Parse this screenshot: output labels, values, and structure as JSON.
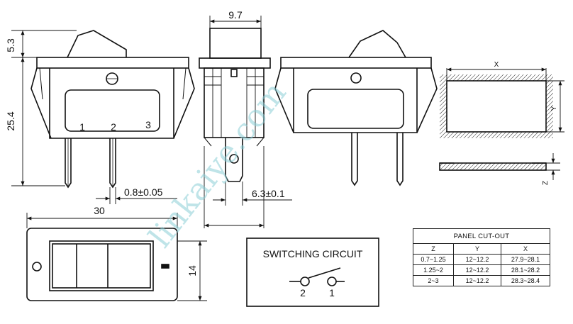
{
  "dimensions": {
    "height_total": "25.4",
    "actuator_height": "5.3",
    "body_width": "9.7",
    "pin_width": "0.8±0.05",
    "tab_width": "6.3±0.1",
    "bezel_length": "30",
    "bezel_height": "14"
  },
  "terminals": [
    "1",
    "2",
    "3"
  ],
  "circuit": {
    "title": "SWITCHING CIRCUIT",
    "node_left": "2",
    "node_right": "1"
  },
  "cutout": {
    "x_label": "X",
    "y_label": "Y",
    "z_label": "Z",
    "table": {
      "title": "PANEL CUT-OUT",
      "headers": [
        "Z",
        "Y",
        "X"
      ],
      "rows": [
        [
          "0.7~1.25",
          "12~12.2",
          "27.9~28.1"
        ],
        [
          "1.25~2",
          "12~12.2",
          "28.1~28.2"
        ],
        [
          "2~3",
          "12~12.2",
          "28.3~28.4"
        ]
      ]
    }
  },
  "watermark": "linkaiye.com"
}
